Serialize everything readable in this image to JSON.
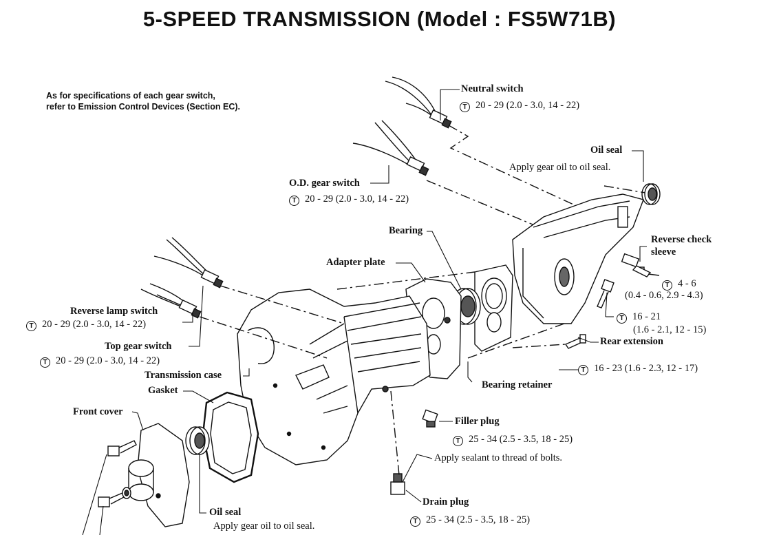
{
  "title": "5-SPEED  TRANSMISSION  (Model : FS5W71B)",
  "note": {
    "line1": "As for specifications of each gear switch,",
    "line2": "refer to Emission Control Devices (Section EC)."
  },
  "torque_symbol": "T",
  "parts": {
    "neutral_switch": {
      "label": "Neutral switch",
      "spec": "20 - 29 (2.0 - 3.0, 14 - 22)"
    },
    "oil_seal_rear": {
      "label": "Oil seal",
      "note": "Apply gear oil to oil seal."
    },
    "od_gear_switch": {
      "label": "O.D. gear switch",
      "spec": "20 - 29 (2.0 - 3.0, 14 - 22)"
    },
    "bearing": {
      "label": "Bearing"
    },
    "adapter_plate": {
      "label": "Adapter plate"
    },
    "reverse_check_sleeve": {
      "label1": "Reverse check",
      "label2": "sleeve",
      "spec1": "4 - 6",
      "spec2": "(0.4 - 0.6, 2.9 - 4.3)"
    },
    "rear_extension_bolt": {
      "spec1": "16 - 21",
      "spec2": "(1.6 - 2.1, 12 - 15)"
    },
    "rear_extension": {
      "label": "Rear extension",
      "spec": "16 - 23 (1.6 - 2.3, 12 - 17)"
    },
    "reverse_lamp_switch": {
      "label": "Reverse lamp switch",
      "spec": "20 - 29 (2.0 - 3.0, 14 - 22)"
    },
    "top_gear_switch": {
      "label": "Top gear switch",
      "spec": "20 - 29 (2.0 - 3.0, 14 - 22)"
    },
    "transmission_case": {
      "label": "Transmission case"
    },
    "bearing_retainer": {
      "label": "Bearing retainer"
    },
    "gasket": {
      "label": "Gasket"
    },
    "front_cover": {
      "label": "Front cover"
    },
    "filler_plug": {
      "label": "Filler plug",
      "spec": "25 - 34 (2.5 - 3.5, 18 - 25)"
    },
    "sealant": {
      "note": "Apply sealant to thread of bolts."
    },
    "drain_plug": {
      "label": "Drain plug",
      "spec": "25 - 34 (2.5 - 3.5, 18 - 25)"
    },
    "oil_seal_front": {
      "label": "Oil seal",
      "note": "Apply gear oil to oil seal."
    }
  }
}
